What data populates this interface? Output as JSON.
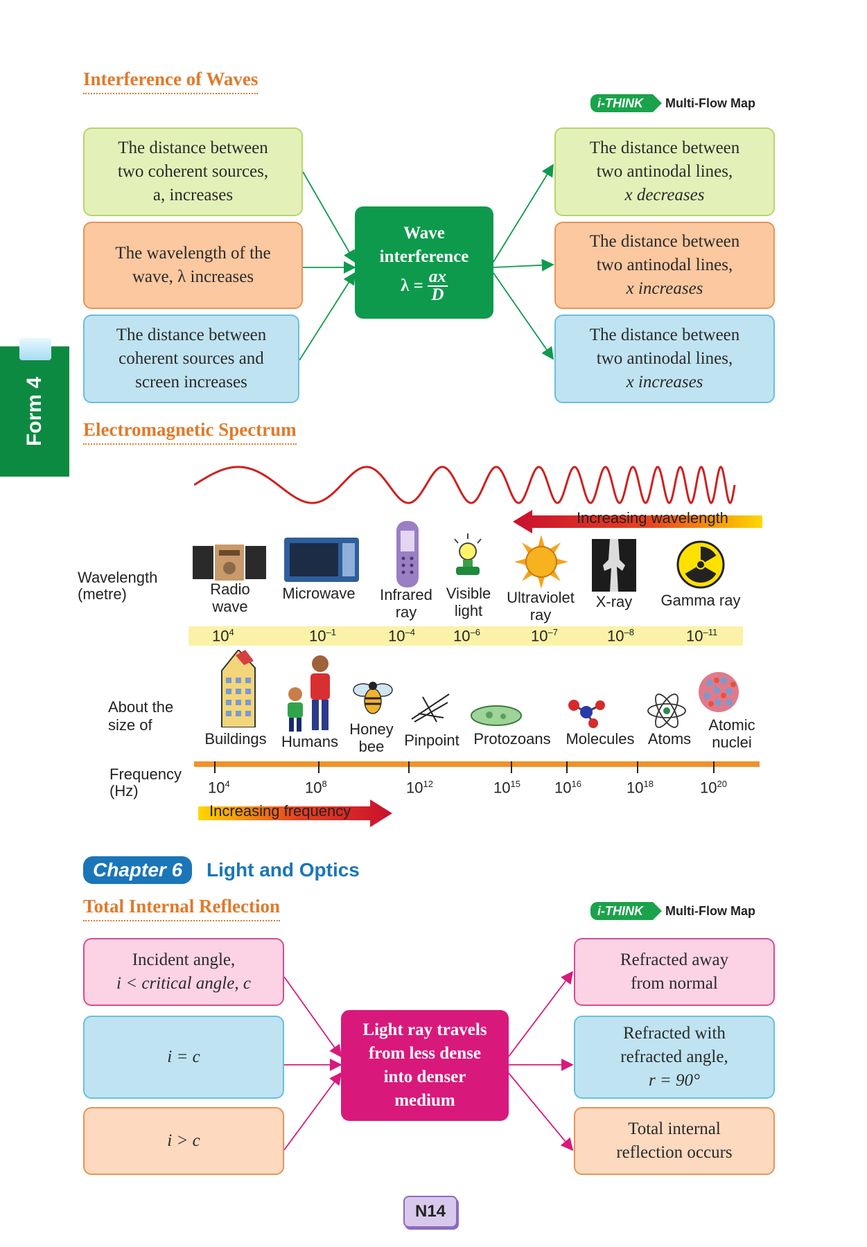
{
  "side_tab": {
    "label": "Form 4"
  },
  "interference": {
    "title": "Interference of Waves",
    "ithink": {
      "tag": "i-THINK",
      "label": "Multi-Flow Map"
    },
    "causes": [
      {
        "lines": [
          "The distance between",
          "two coherent sources,",
          "a, increases"
        ]
      },
      {
        "lines": [
          "The wavelength of the",
          "wave, λ increases"
        ]
      },
      {
        "lines": [
          "The distance between",
          "coherent sources and",
          "screen increases"
        ]
      }
    ],
    "center": {
      "line1": "Wave",
      "line2": "interference",
      "lambda": "λ =",
      "numerator": "ax",
      "denominator": "D"
    },
    "effects": [
      {
        "lines": [
          "The distance between",
          "two antinodal lines,",
          "x decreases"
        ]
      },
      {
        "lines": [
          "The distance between",
          "two antinodal lines,",
          "x increases"
        ]
      },
      {
        "lines": [
          "The distance between",
          "two antinodal lines,",
          "x increases"
        ]
      }
    ]
  },
  "em": {
    "title": "Electromagnetic Spectrum",
    "increasing_wavelength": "Increasing wavelength",
    "wavelength_label": [
      "Wavelength",
      "(metre)"
    ],
    "waves": [
      {
        "name": [
          "Radio",
          "wave"
        ],
        "base": "10",
        "exp": "4"
      },
      {
        "name": [
          "Microwave"
        ],
        "base": "10",
        "exp": "–1"
      },
      {
        "name": [
          "Infrared",
          "ray"
        ],
        "base": "10",
        "exp": "–4"
      },
      {
        "name": [
          "Visible",
          "light"
        ],
        "base": "10",
        "exp": "–6"
      },
      {
        "name": [
          "Ultraviolet",
          "ray"
        ],
        "base": "10",
        "exp": "–7"
      },
      {
        "name": [
          "X-ray"
        ],
        "base": "10",
        "exp": "–8"
      },
      {
        "name": [
          "Gamma ray"
        ],
        "base": "10",
        "exp": "–11"
      }
    ],
    "size_label": [
      "About the",
      "size of"
    ],
    "sizes": [
      {
        "name": [
          "Buildings"
        ]
      },
      {
        "name": [
          "Humans"
        ]
      },
      {
        "name": [
          "Honey",
          "bee"
        ]
      },
      {
        "name": [
          "Pinpoint"
        ]
      },
      {
        "name": [
          "Protozoans"
        ]
      },
      {
        "name": [
          "Molecules"
        ]
      },
      {
        "name": [
          "Atoms"
        ]
      },
      {
        "name": [
          "Atomic",
          "nuclei"
        ]
      }
    ],
    "frequency_label": [
      "Frequency",
      "(Hz)"
    ],
    "frequencies": [
      {
        "base": "10",
        "exp": "4"
      },
      {
        "base": "10",
        "exp": "8"
      },
      {
        "base": "10",
        "exp": "12"
      },
      {
        "base": "10",
        "exp": "15"
      },
      {
        "base": "10",
        "exp": "16"
      },
      {
        "base": "10",
        "exp": "18"
      },
      {
        "base": "10",
        "exp": "20"
      }
    ],
    "increasing_frequency": "Increasing frequency"
  },
  "chapter": {
    "pill": "Chapter 6",
    "title": "Light and Optics"
  },
  "tir": {
    "title": "Total Internal Reflection",
    "ithink": {
      "tag": "i-THINK",
      "label": "Multi-Flow Map"
    },
    "causes": [
      {
        "lines": [
          "Incident angle,",
          "i < critical angle, c"
        ]
      },
      {
        "lines": [
          "i = c"
        ]
      },
      {
        "lines": [
          "i > c"
        ]
      }
    ],
    "center": {
      "lines": [
        "Light ray travels",
        "from less dense",
        "into denser",
        "medium"
      ]
    },
    "effects": [
      {
        "lines": [
          "Refracted away",
          "from normal"
        ]
      },
      {
        "lines": [
          "Refracted with",
          "refracted angle,",
          "r = 90°"
        ]
      },
      {
        "lines": [
          "Total internal",
          "reflection occurs"
        ]
      }
    ]
  },
  "page_number": "N14",
  "colors": {
    "orange_title": "#e07a2a",
    "green": "#0e9a4c",
    "magenta": "#d8197b",
    "blue": "#1a76b8",
    "wave_red": "#d0201f"
  }
}
